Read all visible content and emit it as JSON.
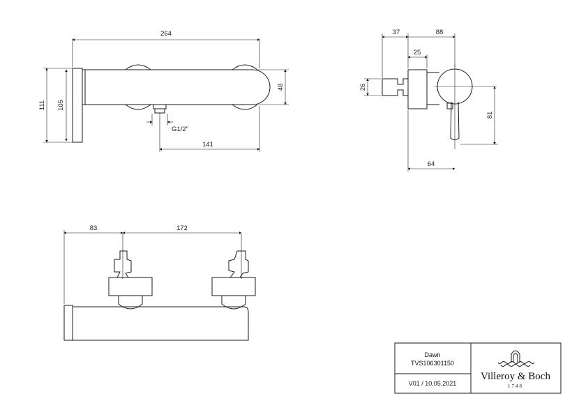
{
  "drawing": {
    "front_view": {
      "overall_width": "264",
      "height_total": "111",
      "height_plate": "105",
      "body_height": "48",
      "outlet_thread": "G1/2\"",
      "outlet_offset": "141"
    },
    "side_view": {
      "wall_depth": "37",
      "body_depth": "88",
      "plate_depth": "25",
      "connector_height": "26",
      "handle_height": "81",
      "outlet_depth": "64"
    },
    "top_view": {
      "left_offset": "83",
      "center_distance": "172"
    }
  },
  "title_block": {
    "product_name": "Dawn",
    "product_code": "TVS106301150",
    "version_date": "V01 / 10.05.2021",
    "brand": "Villeroy & Boch",
    "brand_year": "1748"
  }
}
